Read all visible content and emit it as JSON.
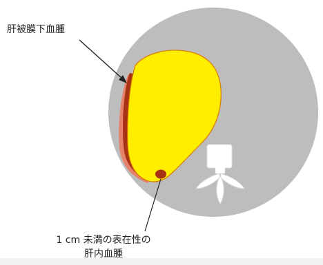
{
  "labels": {
    "subcapsular_hematoma": "肝被膜下血腫",
    "intrahepatic_hematoma_line1": "1 cm 未満の表在性の",
    "intrahepatic_hematoma_line2": "肝内血腫"
  },
  "colors": {
    "cross_section": "#bdbdbd",
    "liver": "#ffee00",
    "liver_outline": "#d97a00",
    "hematoma": "#a83214",
    "arrow": "#222222",
    "spine": "#ffffff"
  }
}
